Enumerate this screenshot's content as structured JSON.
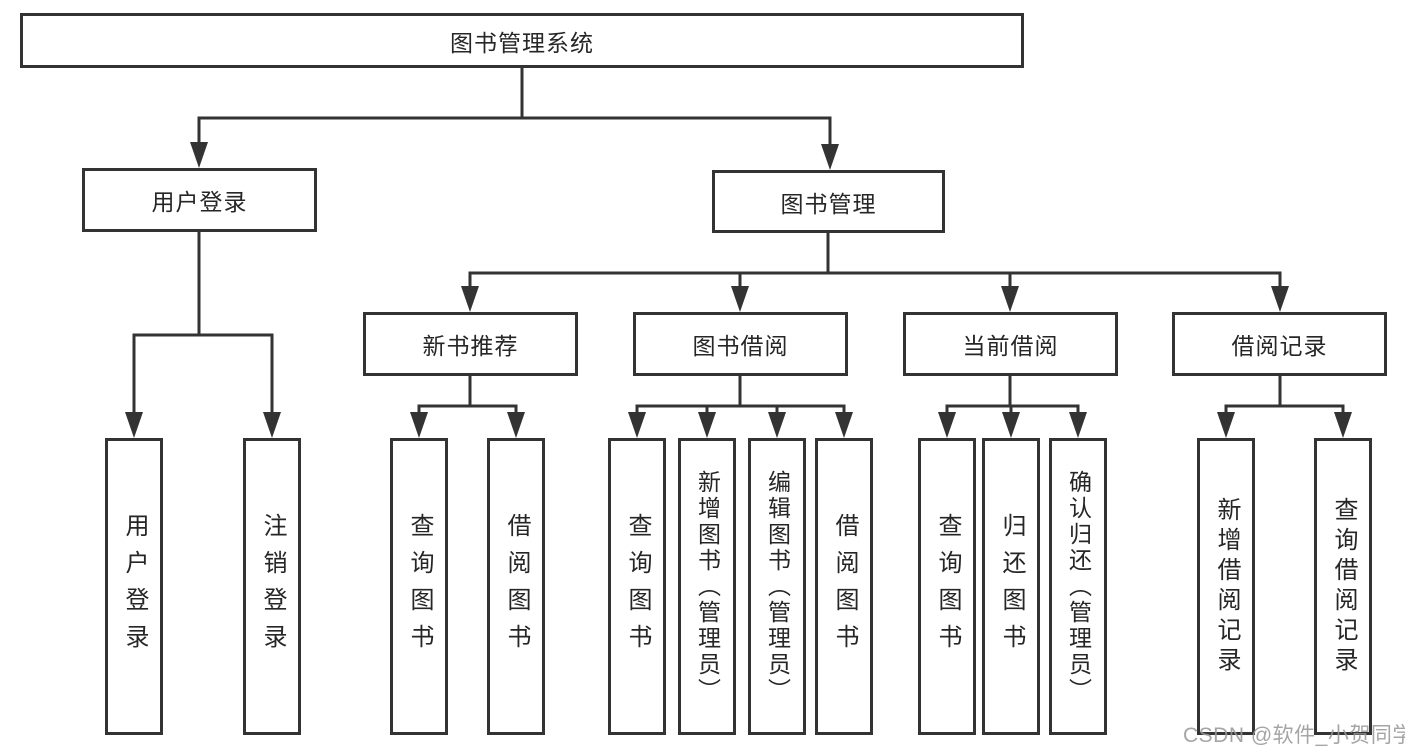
{
  "diagram_type": "hierarchy-tree",
  "tree": {
    "label": "图书管理系统",
    "children": [
      {
        "label": "用户登录",
        "children": [
          {
            "label": "用户登录"
          },
          {
            "label": "注销登录"
          }
        ]
      },
      {
        "label": "图书管理",
        "children": [
          {
            "label": "新书推荐",
            "children": [
              {
                "label": "查询图书"
              },
              {
                "label": "借阅图书"
              }
            ]
          },
          {
            "label": "图书借阅",
            "children": [
              {
                "label": "查询图书"
              },
              {
                "label": "新增图书（管理员）"
              },
              {
                "label": "编辑图书（管理员）"
              },
              {
                "label": "借阅图书"
              }
            ]
          },
          {
            "label": "当前借阅",
            "children": [
              {
                "label": "查询图书"
              },
              {
                "label": "归还图书"
              },
              {
                "label": "确认归还（管理员）"
              }
            ]
          },
          {
            "label": "借阅记录",
            "children": [
              {
                "label": "新增借阅记录"
              },
              {
                "label": "查询借阅记录"
              }
            ]
          }
        ]
      }
    ]
  },
  "watermark": "CSDN @软件_小贺同学",
  "colors": {
    "line": "#333333",
    "box_border": "#333333",
    "box_fill": "#ffffff",
    "text": "#262626",
    "watermark": "#989898",
    "background": "#ffffff"
  }
}
